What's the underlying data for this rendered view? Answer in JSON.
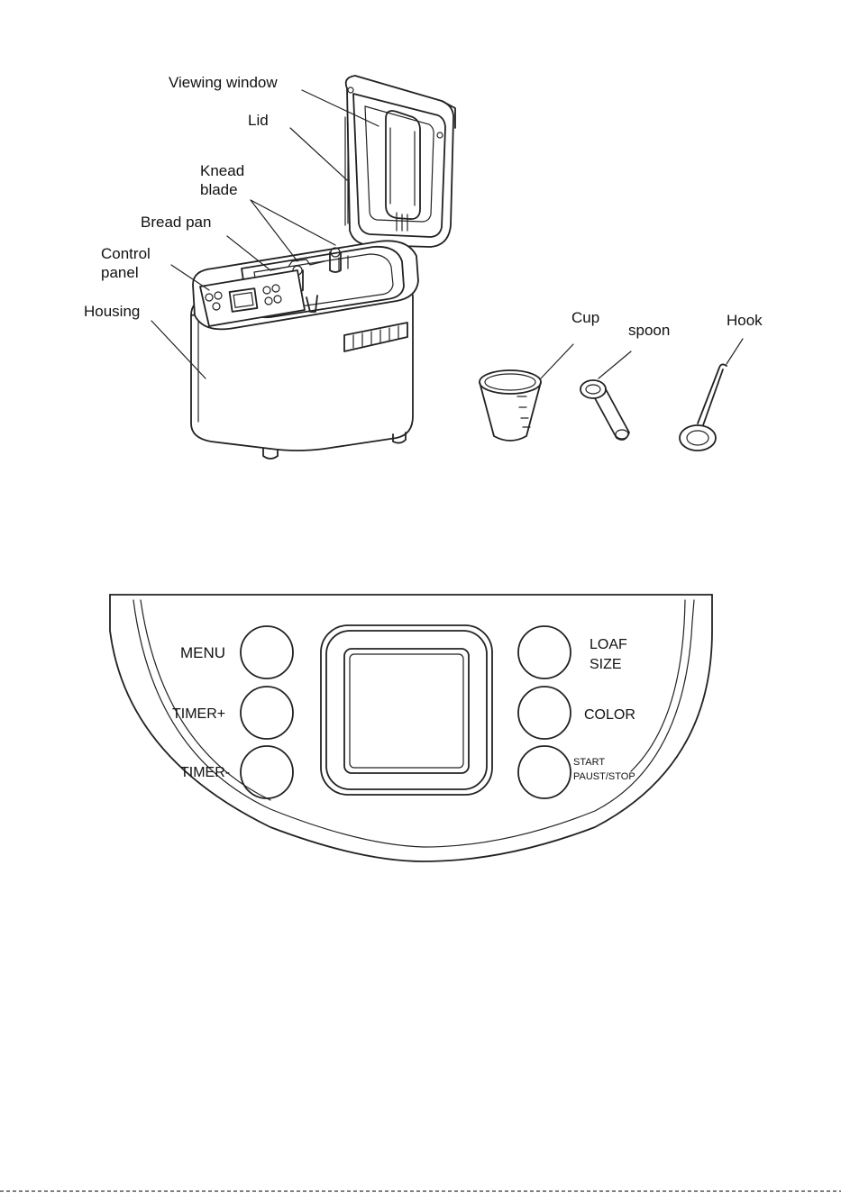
{
  "diagram": {
    "callouts": {
      "viewing_window": "Viewing window",
      "lid": "Lid",
      "knead_blade_1": "Knead",
      "knead_blade_2": "blade",
      "bread_pan": "Bread pan",
      "control_panel_1": "Control",
      "control_panel_2": "panel",
      "housing": "Housing",
      "cup": "Cup",
      "spoon": "spoon",
      "hook": "Hook"
    },
    "control_panel": {
      "menu": "MENU",
      "timer_plus": "TIMER+",
      "timer_minus": "TIMER-",
      "loaf_1": "LOAF",
      "loaf_2": "SIZE",
      "color": "COLOR",
      "start_1": "START",
      "start_2": "PAUST/STOP"
    }
  }
}
